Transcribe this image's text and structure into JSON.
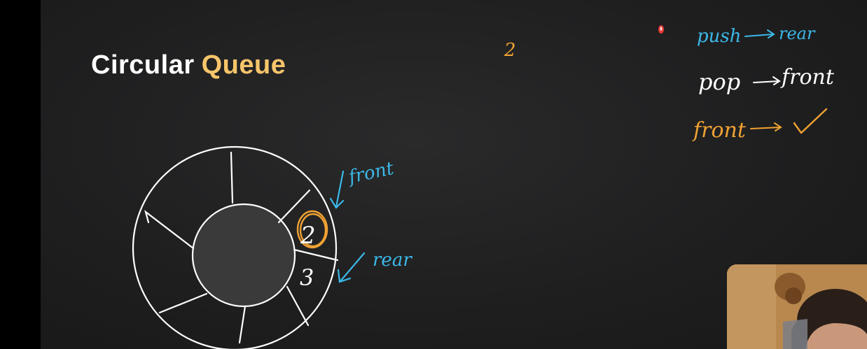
{
  "title": {
    "word1": "Circular",
    "word2": "Queue"
  },
  "ring": {
    "cell_value_circled": "2",
    "cell_value_next": "3",
    "front_label": "front",
    "rear_label": "rear"
  },
  "notes": {
    "top_number": "2",
    "push_text": "push",
    "push_target": "rear",
    "pop_text": "pop",
    "pop_target": "front",
    "front_text": "front",
    "front_result": "✓"
  },
  "colors": {
    "title_accent": "#f6c56a",
    "chalk_white": "#ffffff",
    "chalk_blue": "#3cb8e8",
    "chalk_orange": "#f0a233",
    "laser_red": "#e53935"
  },
  "icons": [
    "laser-pointer-icon",
    "arrow-icon",
    "checkmark-icon"
  ]
}
